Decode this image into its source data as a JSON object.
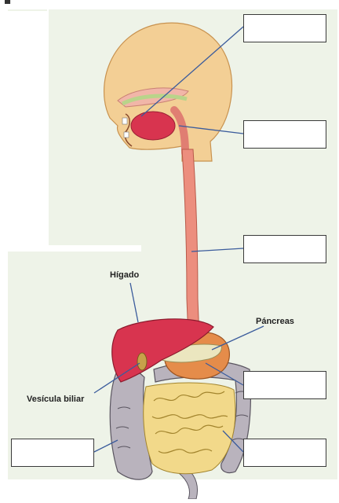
{
  "labels": {
    "higado": "Hígado",
    "pancreas": "Páncreas",
    "vesicula": "Vesícula biliar"
  },
  "answer_boxes": [
    "",
    "",
    "",
    "",
    "",
    ""
  ],
  "colors": {
    "background_panel": "#eef3e8",
    "skin": "#f3cf95",
    "liver": "#d8344f",
    "stomach": "#e58c4a",
    "esophagus": "#ec8e7e",
    "small_intestine": "#f2d98a",
    "large_intestine": "#b9b3bd",
    "pointer_line": "#3b5c9c"
  }
}
